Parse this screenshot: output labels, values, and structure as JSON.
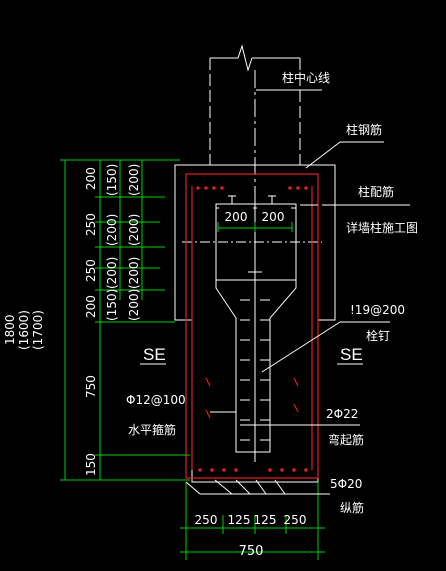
{
  "labels": {
    "column_centerline": "柱中心线",
    "column_rebar": "柱钢筋",
    "column_reinforcement": "柱配筋",
    "see_column_drawing": "详墙柱施工图",
    "stud_spec": "!19@200",
    "stud": "栓钉",
    "horizontal_rebar_spec": "Φ12@100",
    "horizontal_rebar": "水平箍筋",
    "bent_bar_spec": "2Φ22",
    "bent_bar": "弯起筋",
    "longitudinal_spec": "5Φ20",
    "longitudinal": "纵筋",
    "se_left": "SE",
    "se_right": "SE"
  },
  "flange_dims": [
    "200",
    "200"
  ],
  "left_dims": {
    "segments": [
      "200",
      "250",
      "250",
      "200",
      "750",
      "150"
    ],
    "alt_a": [
      "(150)",
      "(200)",
      "(200)",
      "(150)"
    ],
    "alt_b": [
      "(200)",
      "(200)",
      "(200)",
      "(200)"
    ],
    "total": "1800",
    "total_alt1": "(1600)",
    "total_alt2": "(1700)"
  },
  "bottom_dims": {
    "segments": [
      "250",
      "125",
      "125",
      "250"
    ],
    "total": "750"
  },
  "colors": {
    "background": "#000000",
    "dimension": "#00d000",
    "outline": "#ffffff",
    "rebar": "#e02020",
    "steel": "#ffffff"
  }
}
